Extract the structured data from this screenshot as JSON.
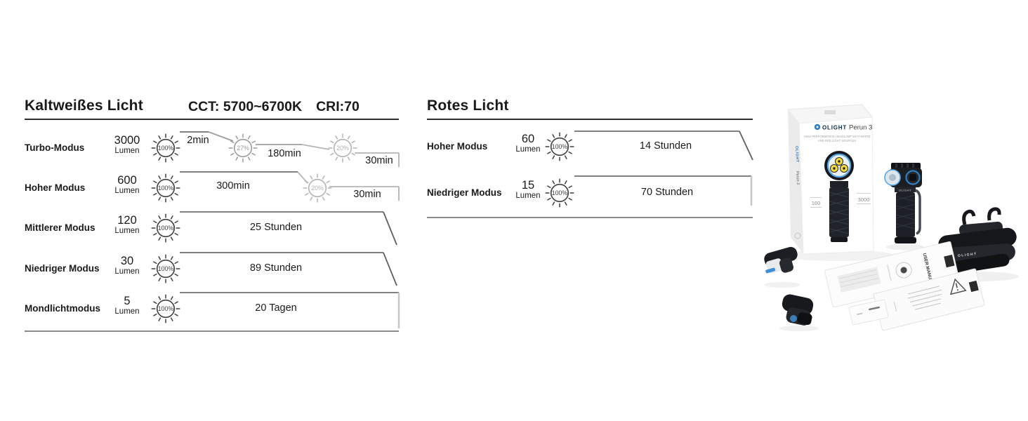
{
  "sections": [
    {
      "title": "Kaltweißes Licht",
      "cct": "CCT: 5700~6700K",
      "cri": "CRI:70",
      "lumen_unit": "Lumen",
      "modes": [
        {
          "label": "Turbo-Modus",
          "lumens": "3000",
          "stages": [
            {
              "percent": "100%",
              "duration": "2min"
            },
            {
              "percent": "27%",
              "duration": "180min"
            },
            {
              "percent": "20%",
              "duration": "30min"
            }
          ]
        },
        {
          "label": "Hoher Modus",
          "lumens": "600",
          "stages": [
            {
              "percent": "100%",
              "duration": "300min"
            },
            {
              "percent": "20%",
              "duration": "30min"
            }
          ]
        },
        {
          "label": "Mittlerer Modus",
          "lumens": "120",
          "stages": [
            {
              "percent": "100%",
              "duration": "25 Stunden"
            }
          ]
        },
        {
          "label": "Niedriger Modus",
          "lumens": "30",
          "stages": [
            {
              "percent": "100%",
              "duration": "89 Stunden"
            }
          ]
        },
        {
          "label": "Mondlichtmodus",
          "lumens": "5",
          "stages": [
            {
              "percent": "100%",
              "duration": "20 Tagen"
            }
          ]
        }
      ]
    },
    {
      "title": "Rotes Licht",
      "lumen_unit": "Lumen",
      "modes": [
        {
          "label": "Hoher Modus",
          "lumens": "60",
          "stages": [
            {
              "percent": "100%",
              "duration": "14 Stunden"
            }
          ]
        },
        {
          "label": "Niedriger Modus",
          "lumens": "15",
          "stages": [
            {
              "percent": "100%",
              "duration": "70 Stunden"
            }
          ]
        }
      ]
    }
  ],
  "product": {
    "brand": "OLIGHT",
    "model": "Perun 3",
    "tagline_line1": "HIGH PERFORMANCE HEADLAMP WITH WHITE",
    "tagline_line2": "AND RED LIGHT SOURCES",
    "box_spec_throw": "160",
    "box_spec_lumens": "3000",
    "manual_title": "USER MANUAL"
  },
  "colors": {
    "accent_blue": "#3f8fd4",
    "led_yellow": "#f3d93f",
    "text": "#1a1a1a",
    "line_gray": "#8c8c8c"
  }
}
